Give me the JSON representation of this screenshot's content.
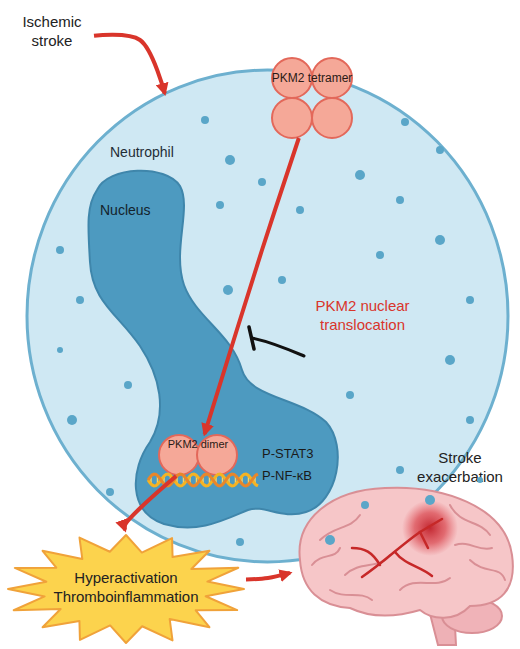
{
  "diagram": {
    "nodes": [
      {
        "text": [
          "Ischemic stroke"
        ]
      },
      {
        "text": [
          "Neutrophil"
        ]
      },
      {
        "text": [
          "PKM2 tetramer"
        ],
        "in": 1
      },
      {
        "text": [
          "Nucleus"
        ],
        "in": 1
      },
      {
        "text": [
          "PKM2 dimer"
        ],
        "in": 3
      },
      {
        "text": [
          "Hyperactivation Thromboinflammation"
        ]
      },
      {
        "text": [
          "Stroke exacerbation"
        ]
      }
    ],
    "edges": [
      {
        "from": 0,
        "to": 1,
        "arrow": "to"
      },
      {
        "from": 2,
        "to": 4,
        "label": "PKM2 nuclear translocation",
        "arrow": "to"
      },
      {
        "from": 4,
        "to": 5,
        "arrow": "to"
      },
      {
        "from": 5,
        "to": 6,
        "arrow": "to"
      }
    ],
    "labels": [
      "P-STAT3",
      "P-NF-κB"
    ]
  }
}
